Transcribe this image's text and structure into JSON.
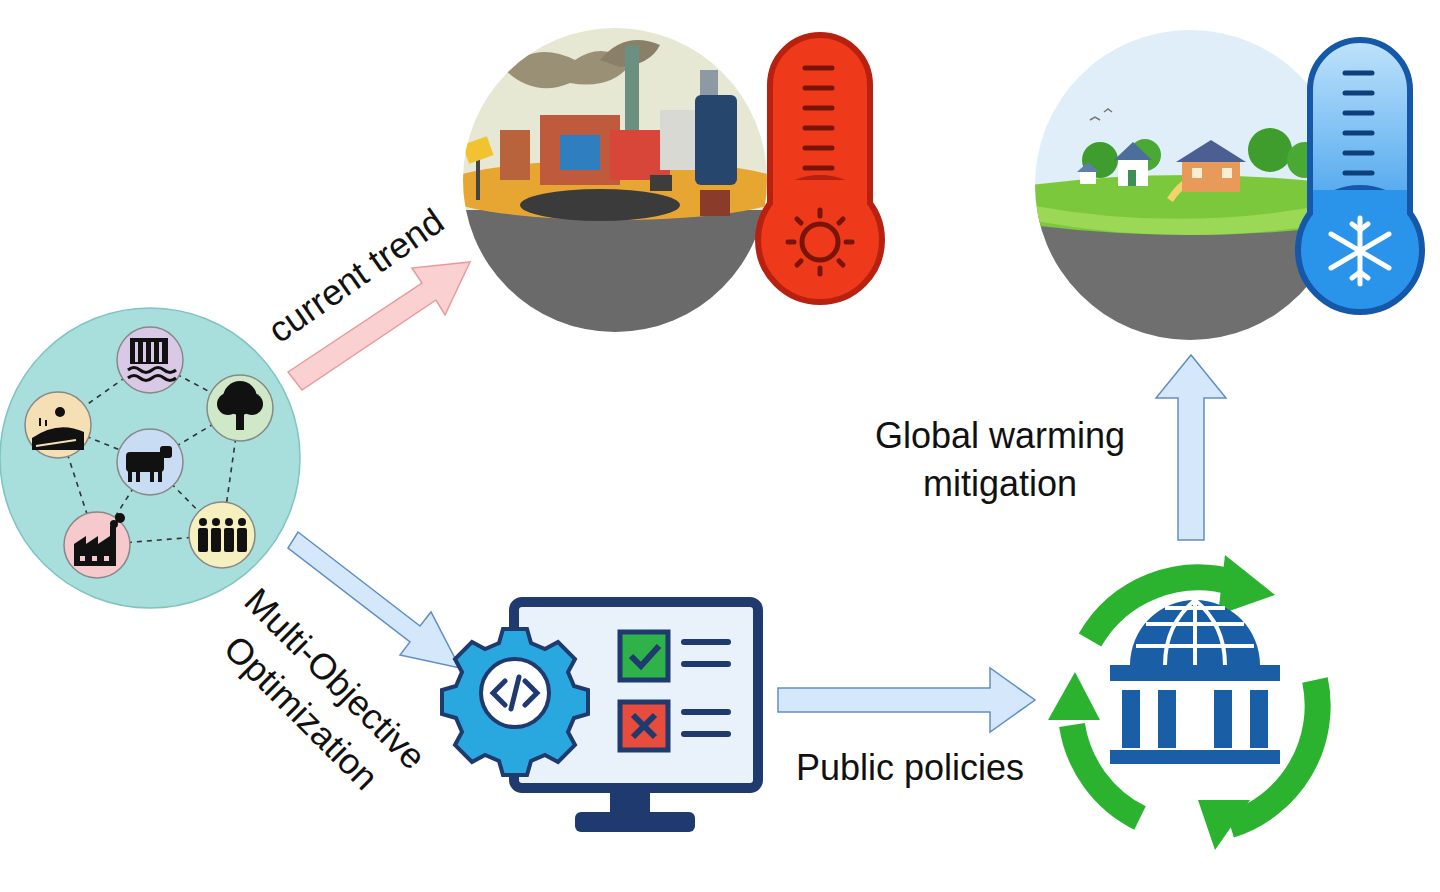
{
  "diagram": {
    "labels": [
      "current trend",
      "Multi-Objective Optimization",
      "Public policies",
      "Global warming mitigation"
    ]
  }
}
